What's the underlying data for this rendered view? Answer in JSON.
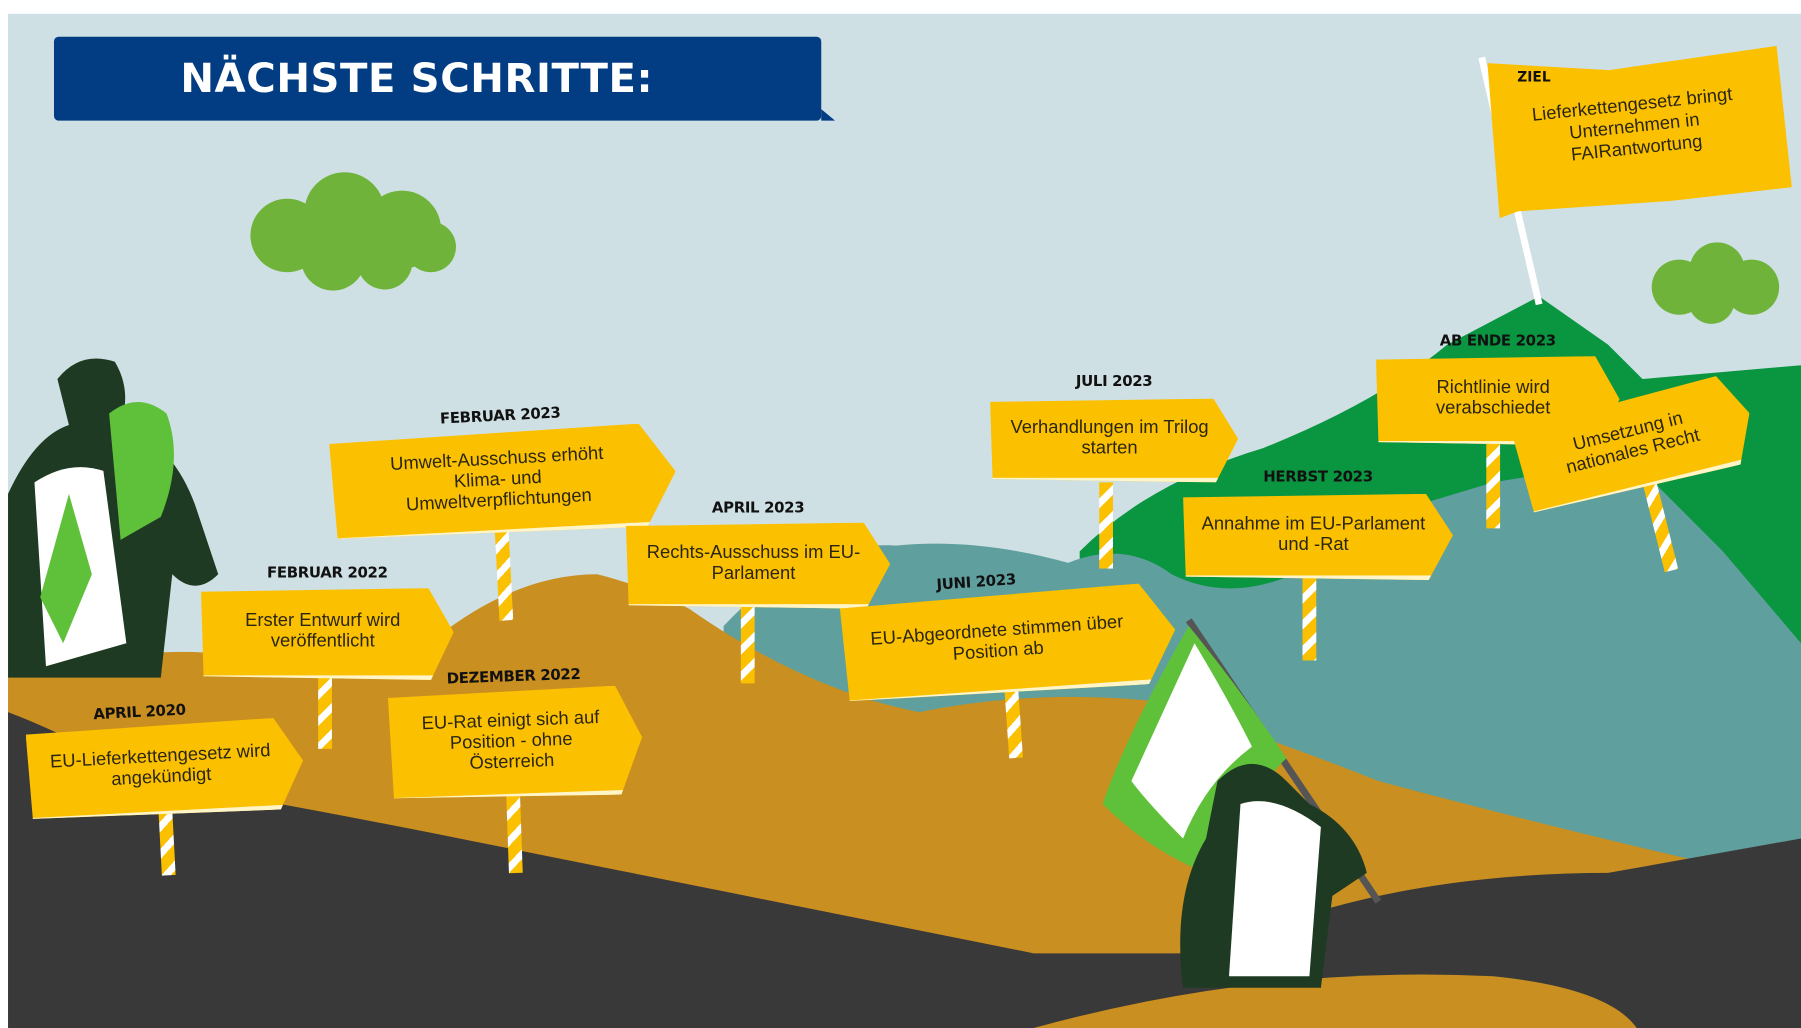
{
  "title": "NÄCHSTE SCHRITTE:",
  "signs": [
    {
      "date": "APRIL 2020",
      "text": "EU-Lieferkettengesetz wird angekündigt"
    },
    {
      "date": "FEBRUAR 2022",
      "text": "Erster Entwurf wird veröffentlicht"
    },
    {
      "date": "FEBRUAR 2023",
      "text": "Umwelt-Ausschuss erhöht Klima- und Umweltverpflichtungen"
    },
    {
      "date": "DEZEMBER 2022",
      "text": "EU-Rat einigt sich auf Position - ohne Österreich"
    },
    {
      "date": "APRIL 2023",
      "text": "Rechts-Ausschuss im EU-Parlament"
    },
    {
      "date": "JUNI 2023",
      "text": "EU-Abgeordnete stimmen über Position ab"
    },
    {
      "date": "JULI 2023",
      "text": "Verhandlungen im Trilog starten"
    },
    {
      "date": "HERBST 2023",
      "text": "Annahme im EU-Parlament und -Rat"
    },
    {
      "date": "AB ENDE 2023",
      "text": "Richtlinie wird verabschiedet"
    },
    {
      "date": "",
      "text": "Umsetzung in nationales Recht"
    }
  ],
  "goal": {
    "label": "ZIEL",
    "text": "Lieferkettengesetz bringt Unternehmen in FAIRantwortung"
  },
  "colors": {
    "sky": "#cfe0e5",
    "banner": "#023c82",
    "sign": "#fbc000",
    "green": "#0a9640",
    "teal": "#5f9f9d",
    "orange": "#c98f20",
    "dark": "#3a3939"
  }
}
